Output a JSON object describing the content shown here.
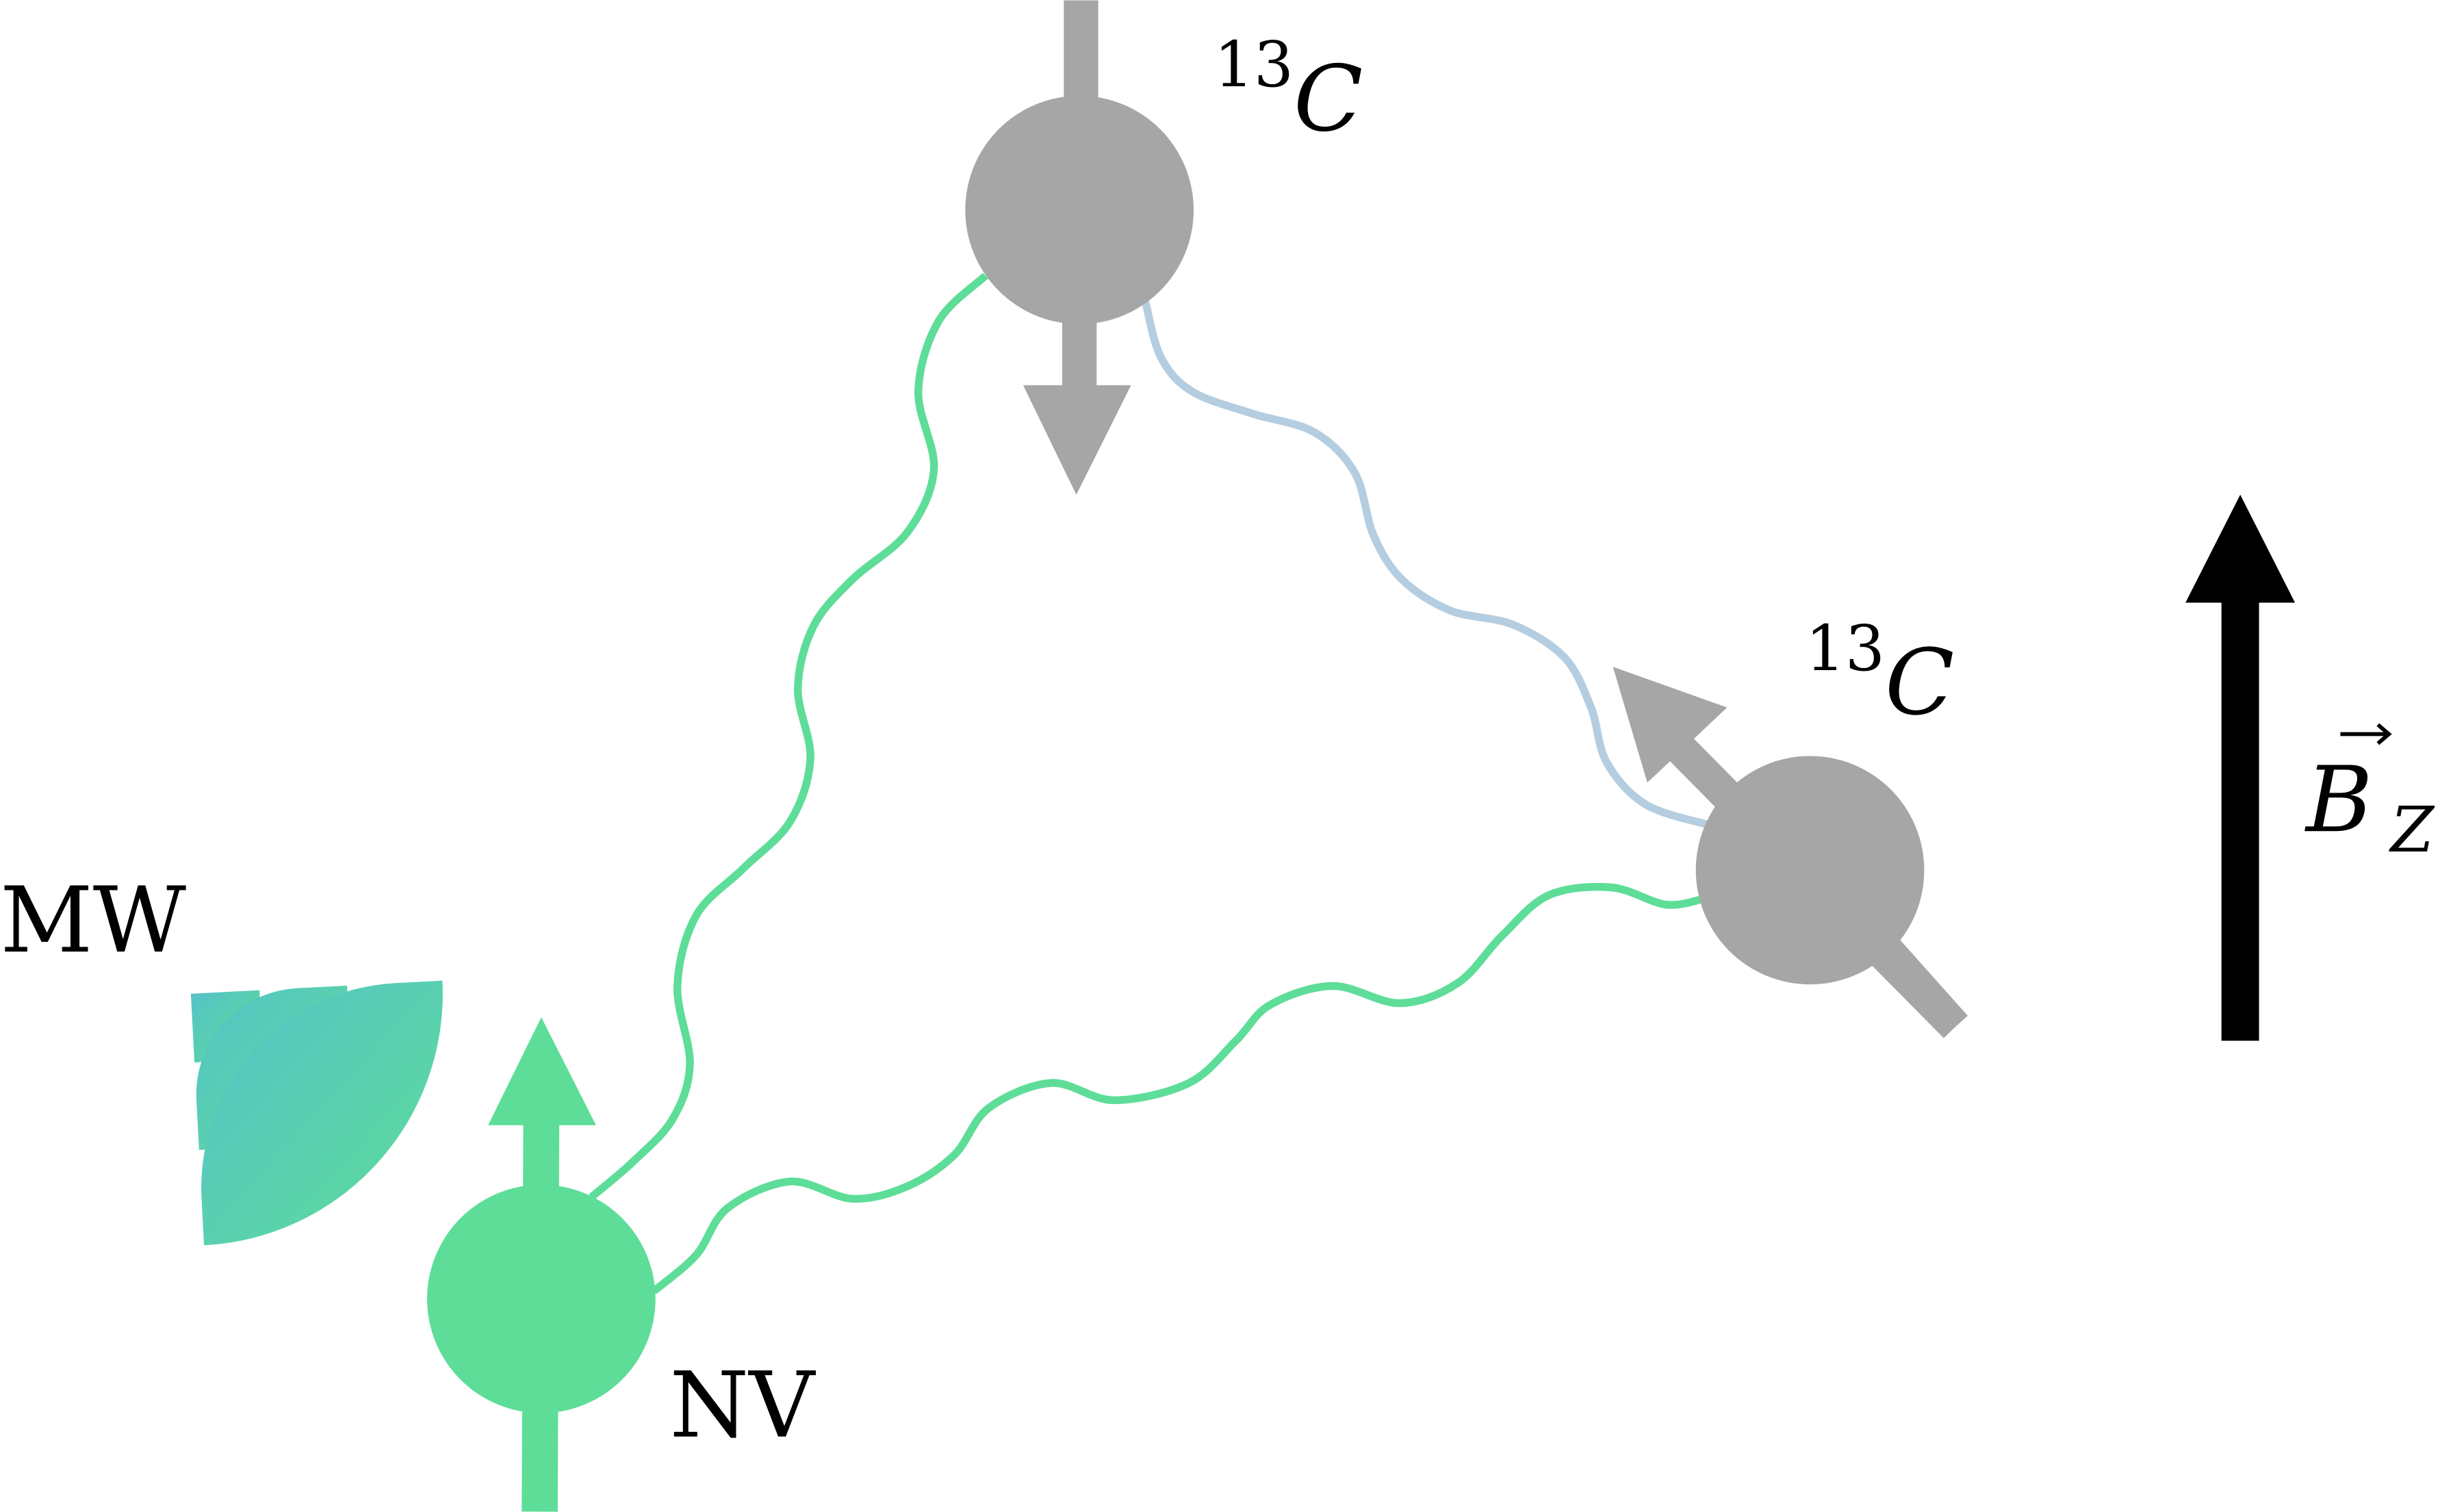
{
  "labels": {
    "carbon_top_sup": "13",
    "carbon_top": "C",
    "carbon_right_sup": "13",
    "carbon_right": "C",
    "mw": "MW",
    "nv": "NV",
    "field_symbol": "B",
    "field_subscript": "Z"
  },
  "colors": {
    "nv": "#5edd98",
    "nucleus": "#a6a6a6",
    "coupling_nv": "#5edd98",
    "coupling_carbon": "#b4cde0",
    "mw_start": "#55c2c8",
    "mw_end": "#5edd98",
    "field_arrow": "#000000"
  }
}
